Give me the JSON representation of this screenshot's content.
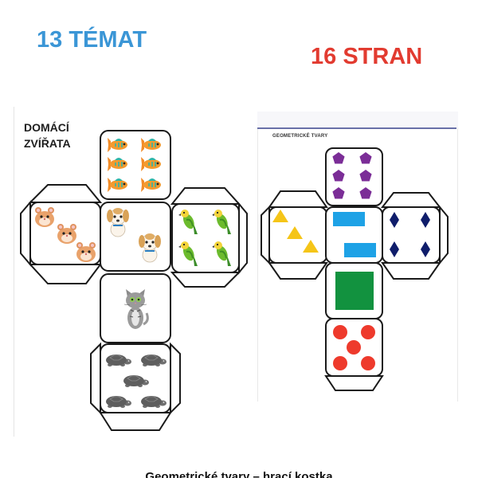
{
  "headline_left": "13 TÉMAT",
  "headline_right": "16 STRAN",
  "left_card": {
    "title_line1": "DOMÁCÍ",
    "title_line2": "ZVÍŘATA",
    "faces": [
      {
        "picture": "fish-icon",
        "count": 6
      },
      {
        "picture": "hamster-icon",
        "count": 3
      },
      {
        "picture": "puppy-icon",
        "count": 2
      },
      {
        "picture": "parrot-icon",
        "count": 4
      },
      {
        "picture": "cat-icon",
        "count": 1
      },
      {
        "picture": "turtle-icon",
        "count": 5
      }
    ]
  },
  "right_card": {
    "title": "GEOMETRICKÉ TVARY",
    "faces": [
      {
        "shape": "pentagon-icon",
        "count": 6,
        "color": "#7b2d97"
      },
      {
        "shape": "triangle-icon",
        "count": 3,
        "color": "#f5c518"
      },
      {
        "shape": "rectangle-icon",
        "count": 2,
        "color": "#1ea2e6"
      },
      {
        "shape": "diamond-icon",
        "count": 4,
        "color": "#0f1d6b"
      },
      {
        "shape": "square-icon",
        "count": 1,
        "color": "#12923f"
      },
      {
        "shape": "circle-icon",
        "count": 5,
        "color": "#ee3a2c"
      }
    ]
  },
  "caption": "Geometrické tvary – hrací kostka"
}
